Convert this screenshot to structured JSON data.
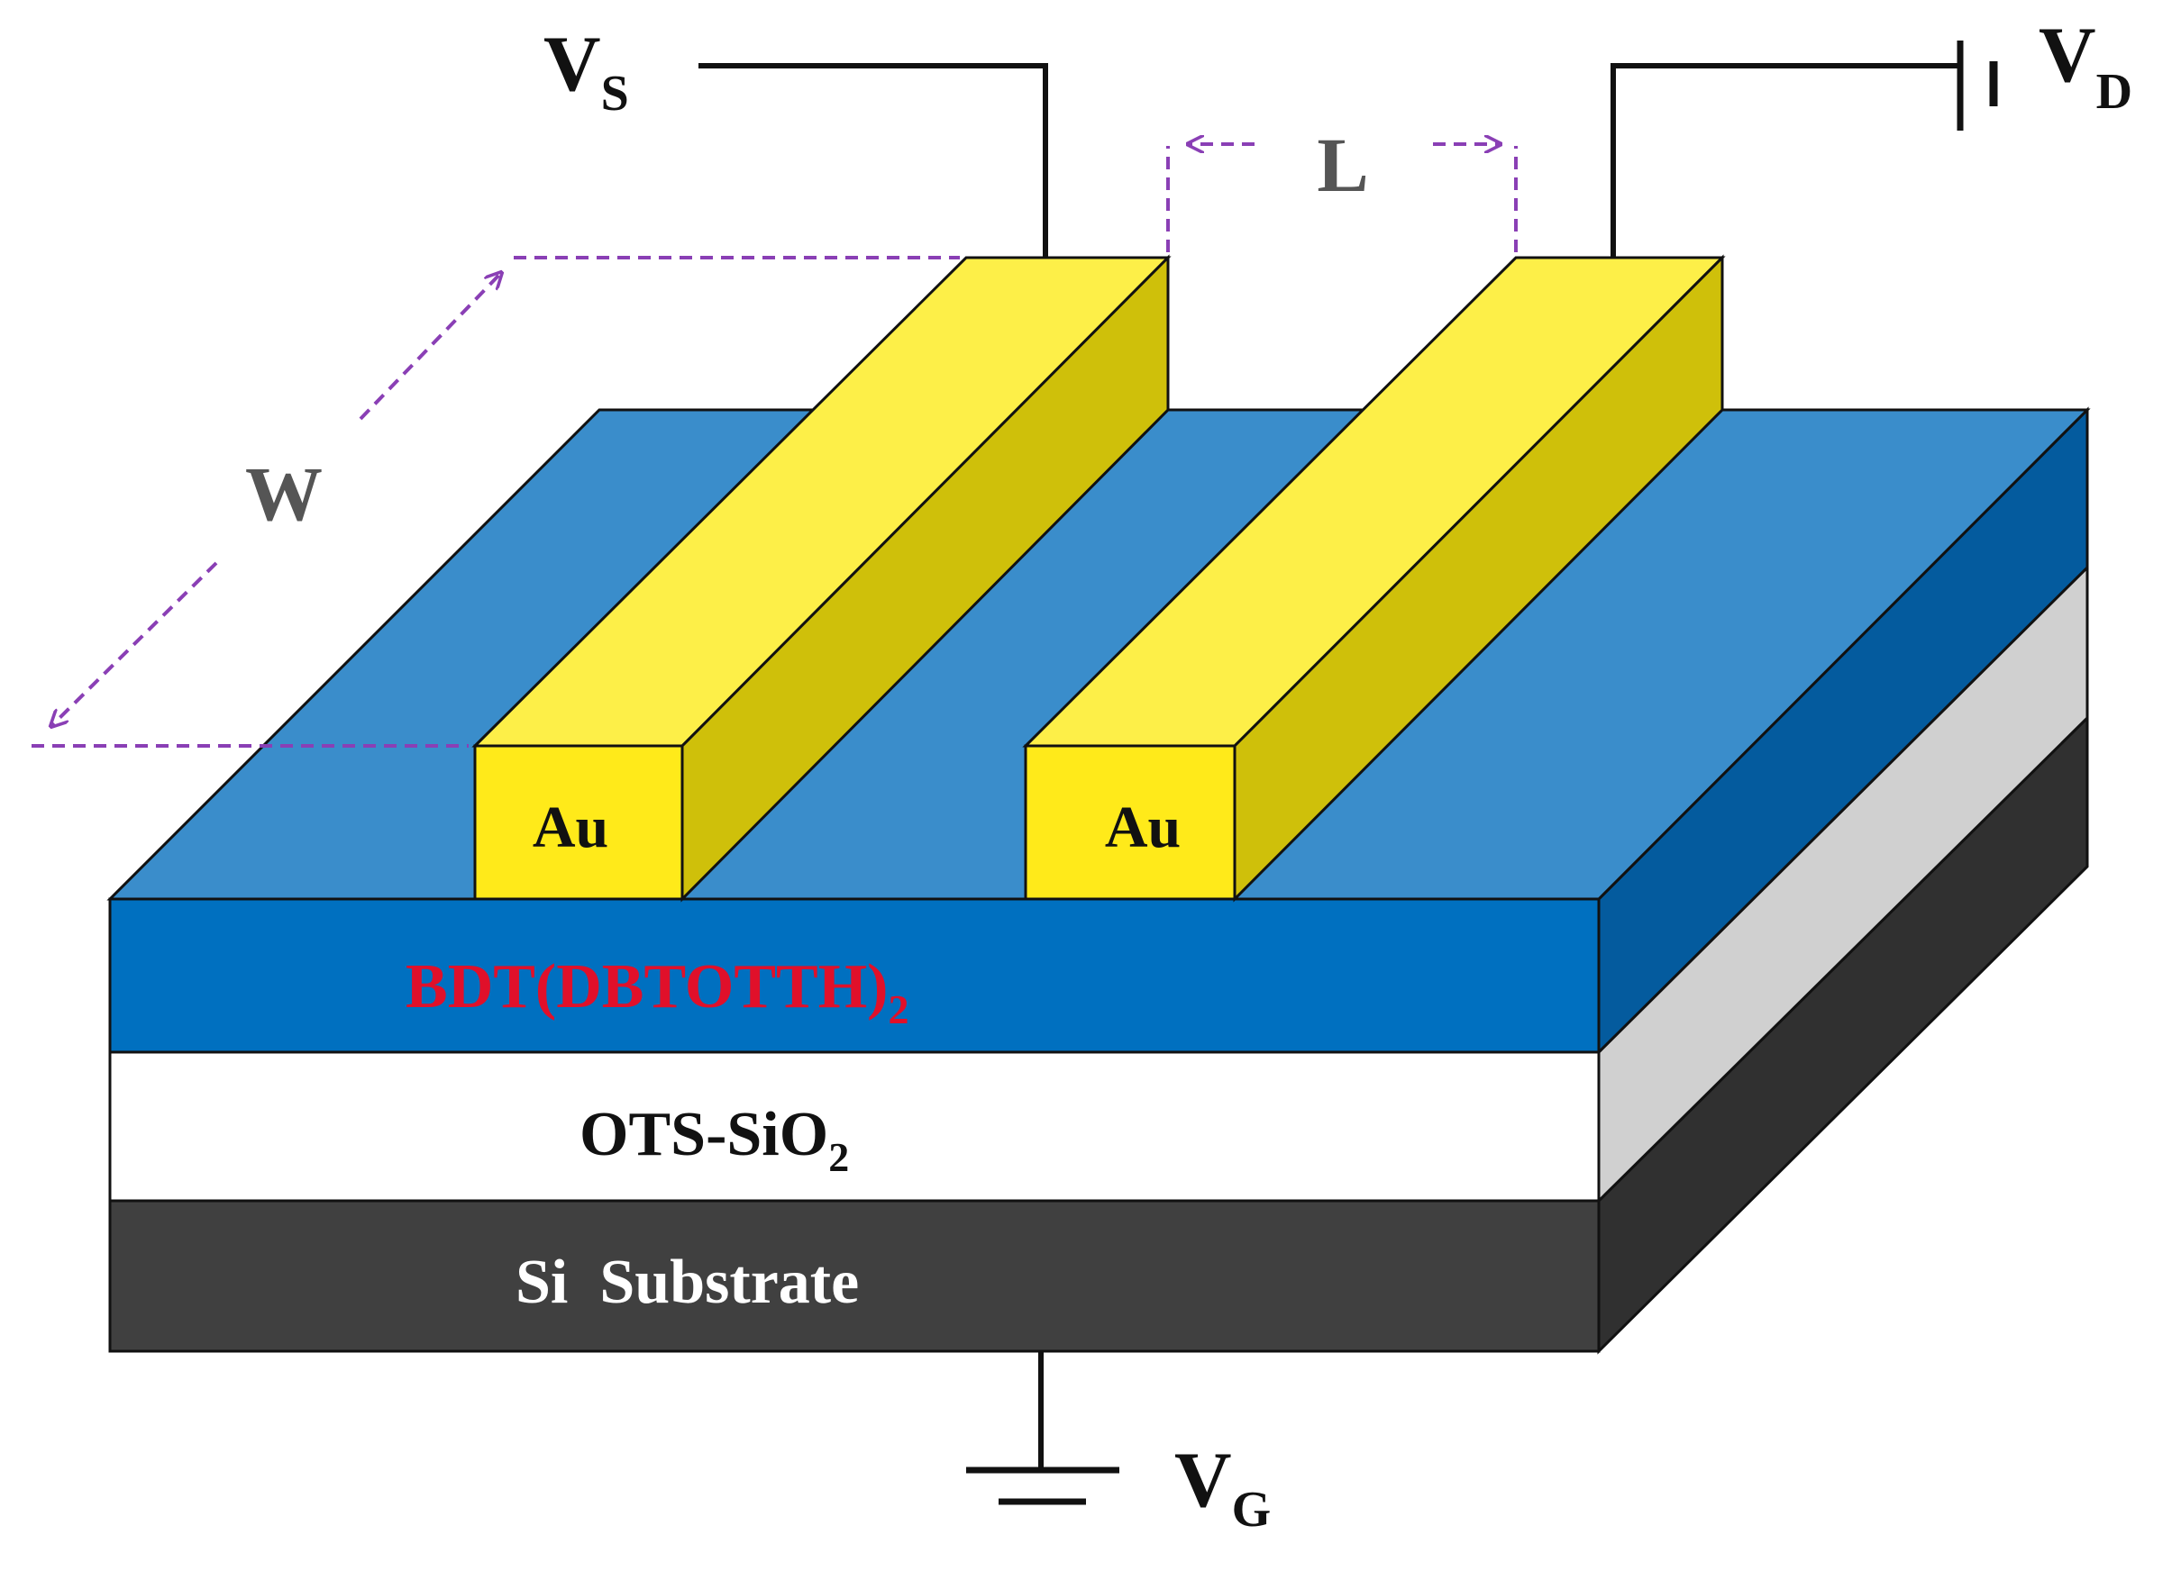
{
  "labels": {
    "vs": "V",
    "vs_sub": "S",
    "vd": "V",
    "vd_sub": "D",
    "vg": "V",
    "vg_sub": "G",
    "length": "L",
    "width": "W",
    "source_electrode": "Au",
    "drain_electrode": "Au",
    "semiconductor": "BDT(DBTOTTH)",
    "semiconductor_sub": "2",
    "dielectric": "OTS-SiO",
    "dielectric_sub": "2",
    "substrate": "Si  Substrate"
  },
  "colors": {
    "semiconductor_front": "#0070C0",
    "semiconductor_top": "#3A8DCB",
    "semiconductor_side": "#045B9E",
    "dielectric_front": "#FFFFFF",
    "dielectric_side": "#D0D0D0",
    "substrate_front": "#404040",
    "substrate_side": "#303030",
    "electrode_face": "#FFEA1A",
    "electrode_top": "#FDEF48",
    "electrode_side": "#CFC00A",
    "dimension_line": "#8A3FB5",
    "semiconductor_text": "#E0102A",
    "substrate_text": "#FFFFFF",
    "wire": "#111111"
  }
}
